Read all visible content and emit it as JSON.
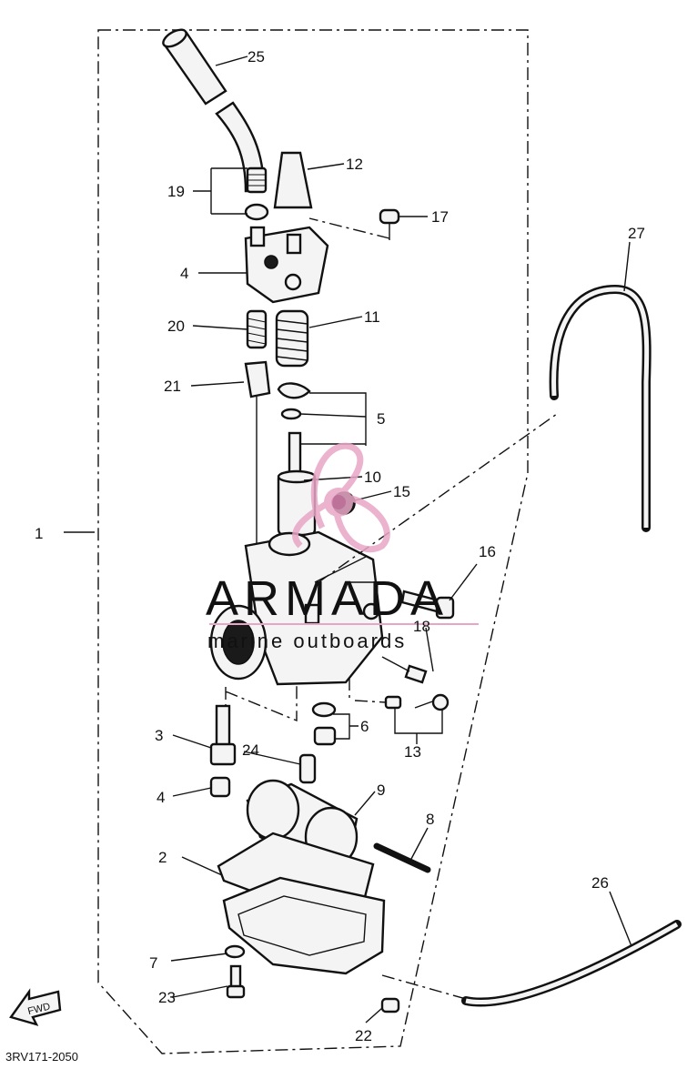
{
  "watermark": {
    "brand": "ARMADA",
    "tagline": "marine outboards"
  },
  "diagram_code": "3RV171-2050",
  "fwd_label": "FWD",
  "callouts": [
    {
      "id": "c1",
      "label": "1"
    },
    {
      "id": "c2",
      "label": "2"
    },
    {
      "id": "c3",
      "label": "3"
    },
    {
      "id": "c4a",
      "label": "4"
    },
    {
      "id": "c4b",
      "label": "4"
    },
    {
      "id": "c5",
      "label": "5"
    },
    {
      "id": "c6",
      "label": "6"
    },
    {
      "id": "c7",
      "label": "7"
    },
    {
      "id": "c8",
      "label": "8"
    },
    {
      "id": "c9",
      "label": "9"
    },
    {
      "id": "c10",
      "label": "10"
    },
    {
      "id": "c11",
      "label": "11"
    },
    {
      "id": "c12",
      "label": "12"
    },
    {
      "id": "c13",
      "label": "13"
    },
    {
      "id": "c15",
      "label": "15"
    },
    {
      "id": "c16",
      "label": "16"
    },
    {
      "id": "c17",
      "label": "17"
    },
    {
      "id": "c18",
      "label": "18"
    },
    {
      "id": "c19",
      "label": "19"
    },
    {
      "id": "c20",
      "label": "20"
    },
    {
      "id": "c21",
      "label": "21"
    },
    {
      "id": "c22",
      "label": "22"
    },
    {
      "id": "c23",
      "label": "23"
    },
    {
      "id": "c24",
      "label": "24"
    },
    {
      "id": "c25",
      "label": "25"
    },
    {
      "id": "c26",
      "label": "26"
    },
    {
      "id": "c27",
      "label": "27"
    }
  ],
  "colors": {
    "ink": "#111111",
    "watermark_pink": "#e8a6c6",
    "watermark_gray": "#5a5a5a"
  }
}
